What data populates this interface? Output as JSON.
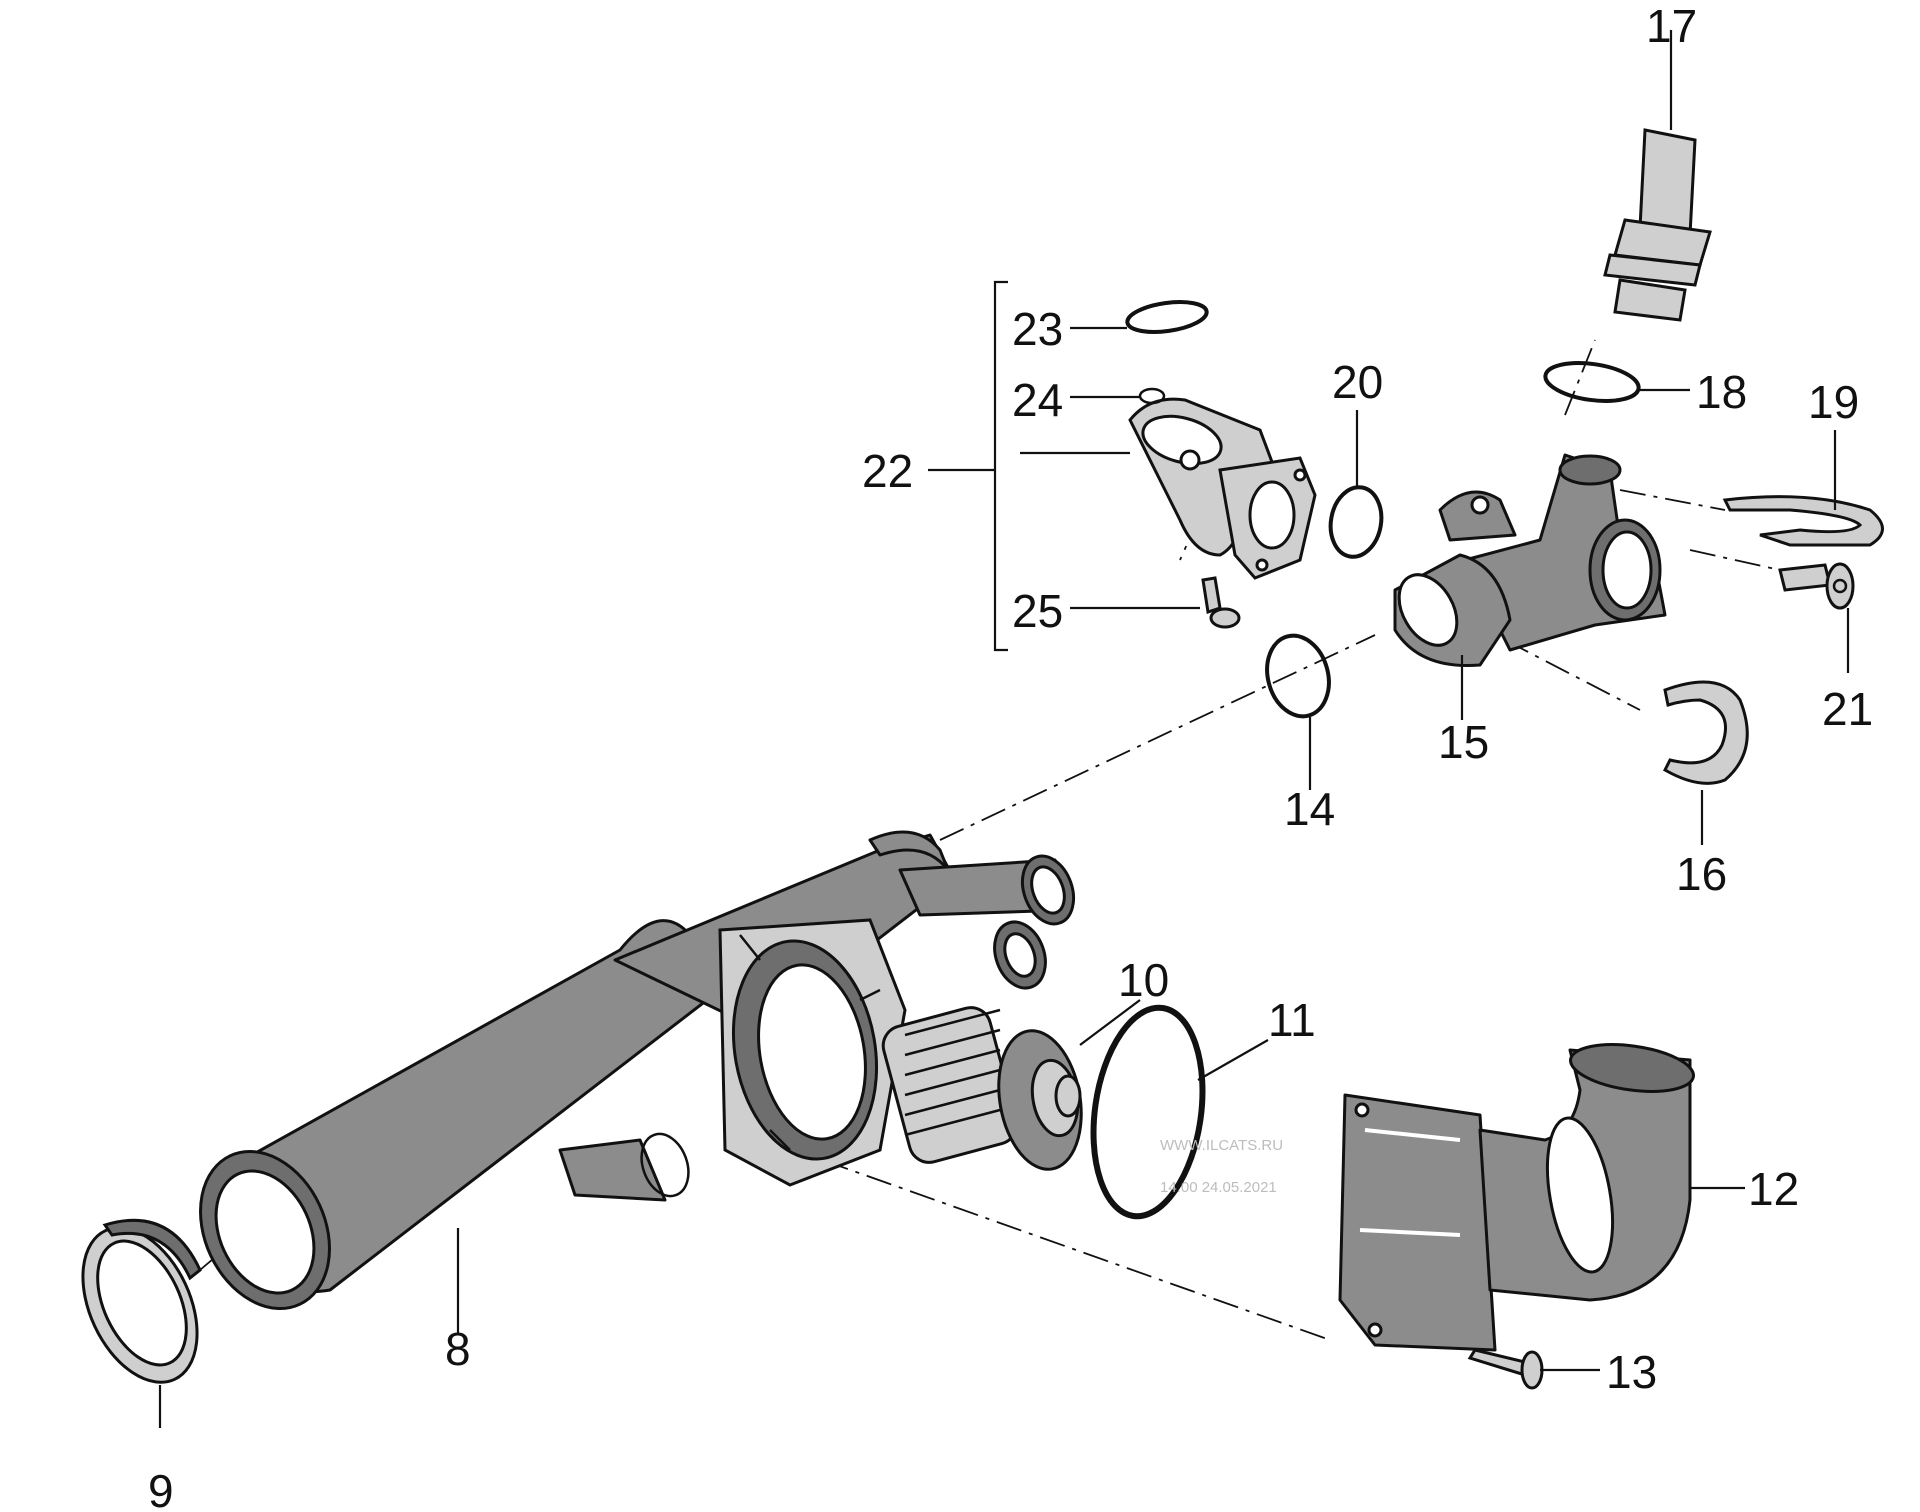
{
  "callouts": {
    "c8": "8",
    "c9": "9",
    "c10": "10",
    "c11": "11",
    "c12": "12",
    "c13": "13",
    "c14": "14",
    "c15": "15",
    "c16": "16",
    "c17": "17",
    "c18": "18",
    "c19": "19",
    "c20": "20",
    "c21": "21",
    "c22": "22",
    "c23": "23",
    "c24": "24",
    "c25": "25"
  },
  "watermark": {
    "line1": "WWW.ILCATS.RU",
    "line2": "14.00 24.05.2021"
  }
}
